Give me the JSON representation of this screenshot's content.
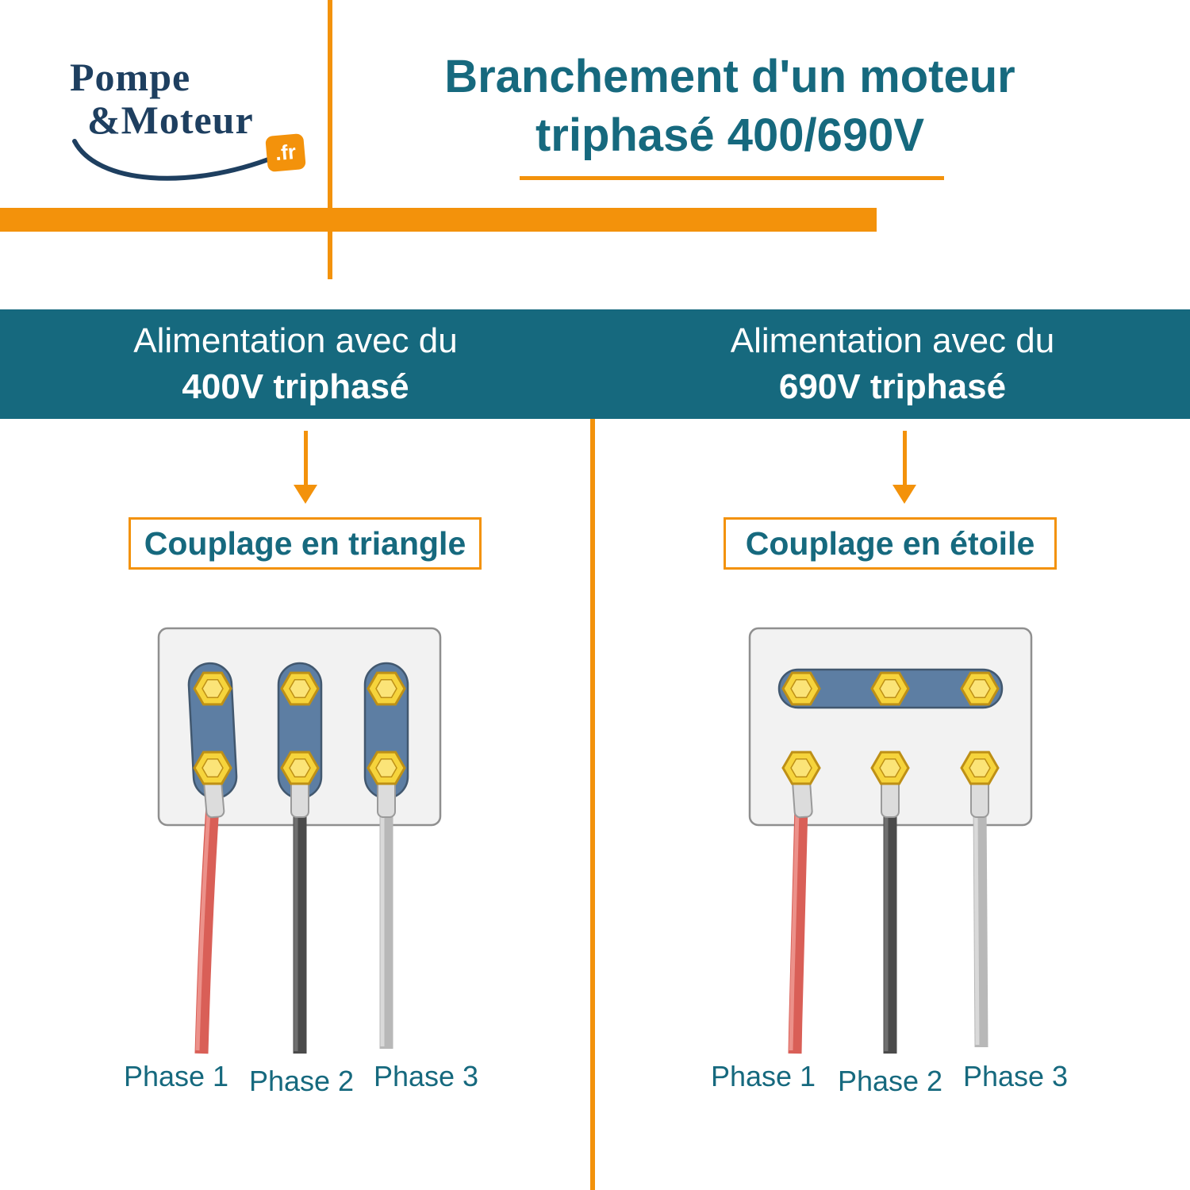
{
  "brand": {
    "name_top": "Pompe",
    "name_bottom": "&Moteur",
    "tld": ".fr"
  },
  "title": {
    "line1": "Branchement d'un moteur",
    "line2": "triphasé 400/690V"
  },
  "left": {
    "banner_line1": "Alimentation avec du",
    "banner_line2": "400V triphasé",
    "coupling": "Couplage en triangle",
    "phase1": "Phase 1",
    "phase2": "Phase 2",
    "phase3": "Phase 3"
  },
  "right": {
    "banner_line1": "Alimentation avec du",
    "banner_line2": "690V triphasé",
    "coupling": "Couplage en étoile",
    "phase1": "Phase 1",
    "phase2": "Phase 2",
    "phase3": "Phase 3"
  },
  "colors": {
    "teal": "#16697E",
    "orange": "#F3920B",
    "navy": "#1E3F60",
    "wire_red": "#D95F57",
    "wire_dark": "#4B4B4B",
    "wire_gray": "#B8B8B8",
    "slate": "#5D7EA3",
    "slate_dark": "#42586F",
    "nut": "#F6D43C",
    "nut_dark": "#BE9016",
    "box_fill": "#F2F2F2",
    "box_stroke": "#8F8F8F"
  }
}
